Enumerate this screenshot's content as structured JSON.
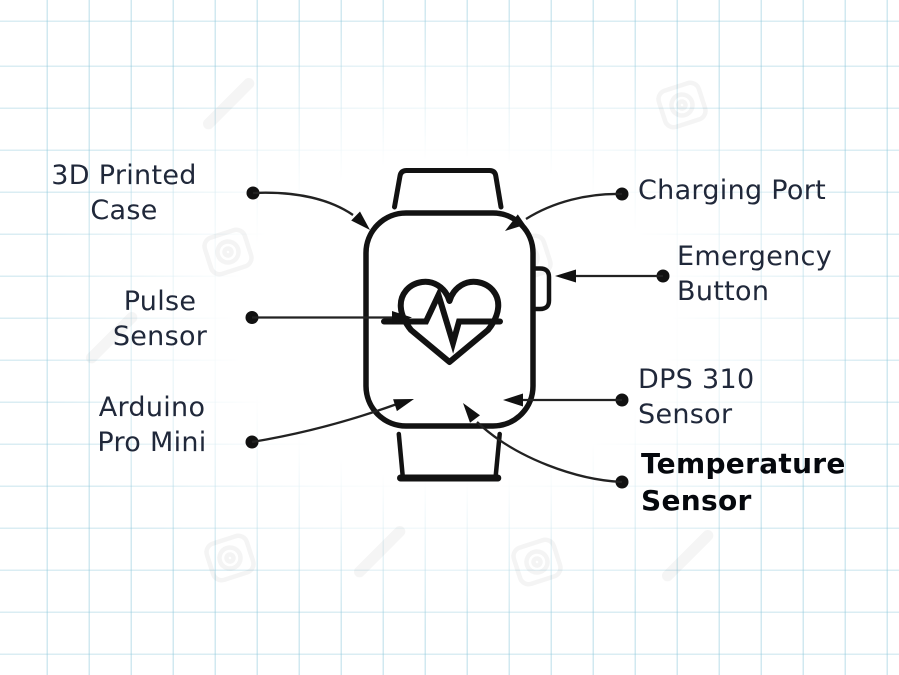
{
  "diagram": {
    "description": "Hand-drawn style smartwatch diagram on graph paper with labeled components",
    "labels": {
      "case": {
        "line1": "3D Printed",
        "line2": "Case"
      },
      "pulse": {
        "line1": "Pulse",
        "line2": "Sensor"
      },
      "arduino": {
        "line1": "Arduino",
        "line2": "Pro Mini"
      },
      "charging": {
        "line1": "Charging Port",
        "line2": ""
      },
      "emergency": {
        "line1": "Emergency",
        "line2": "Button"
      },
      "dps": {
        "line1": "DPS 310",
        "line2": "Sensor"
      },
      "temperature": {
        "line1": "Temperature",
        "line2": "Sensor"
      }
    },
    "icons": [
      "heart-pulse-icon",
      "camera-watermark-icon"
    ],
    "colors": {
      "ink": "#121212",
      "leader_line": "#222222",
      "label_text": "#20283a",
      "temperature_label_text": "#05080d",
      "grid_line": "#cfe7ef",
      "background": "#ffffff"
    }
  }
}
